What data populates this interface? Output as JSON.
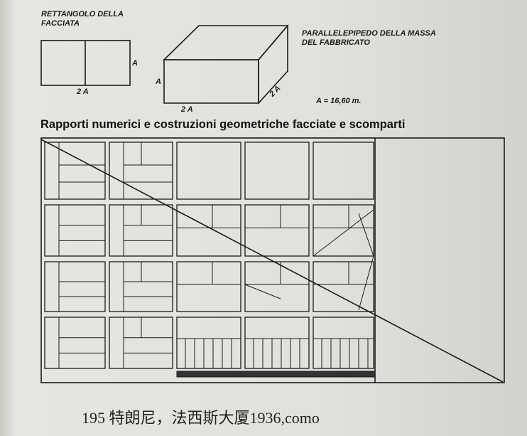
{
  "labels": {
    "facade_rect": "RETTANGOLO DELLA",
    "facade_rect_2": "FACCIATA",
    "mass": "PARALLELEPIPEDO DELLA MASSA",
    "mass_2": "DEL FABBRICATO",
    "width_2a_rect": "2 A",
    "width_2a_box": "2 A",
    "depth_2a_box": "2 A",
    "height_a_rect": "A",
    "height_a_box": "A",
    "a_value": "A = 16,60 m."
  },
  "title": "Rapporti numerici e costruzioni geometriche facciate e scomparti",
  "caption": "195 特朗尼，法西斯大厦1936,como"
}
